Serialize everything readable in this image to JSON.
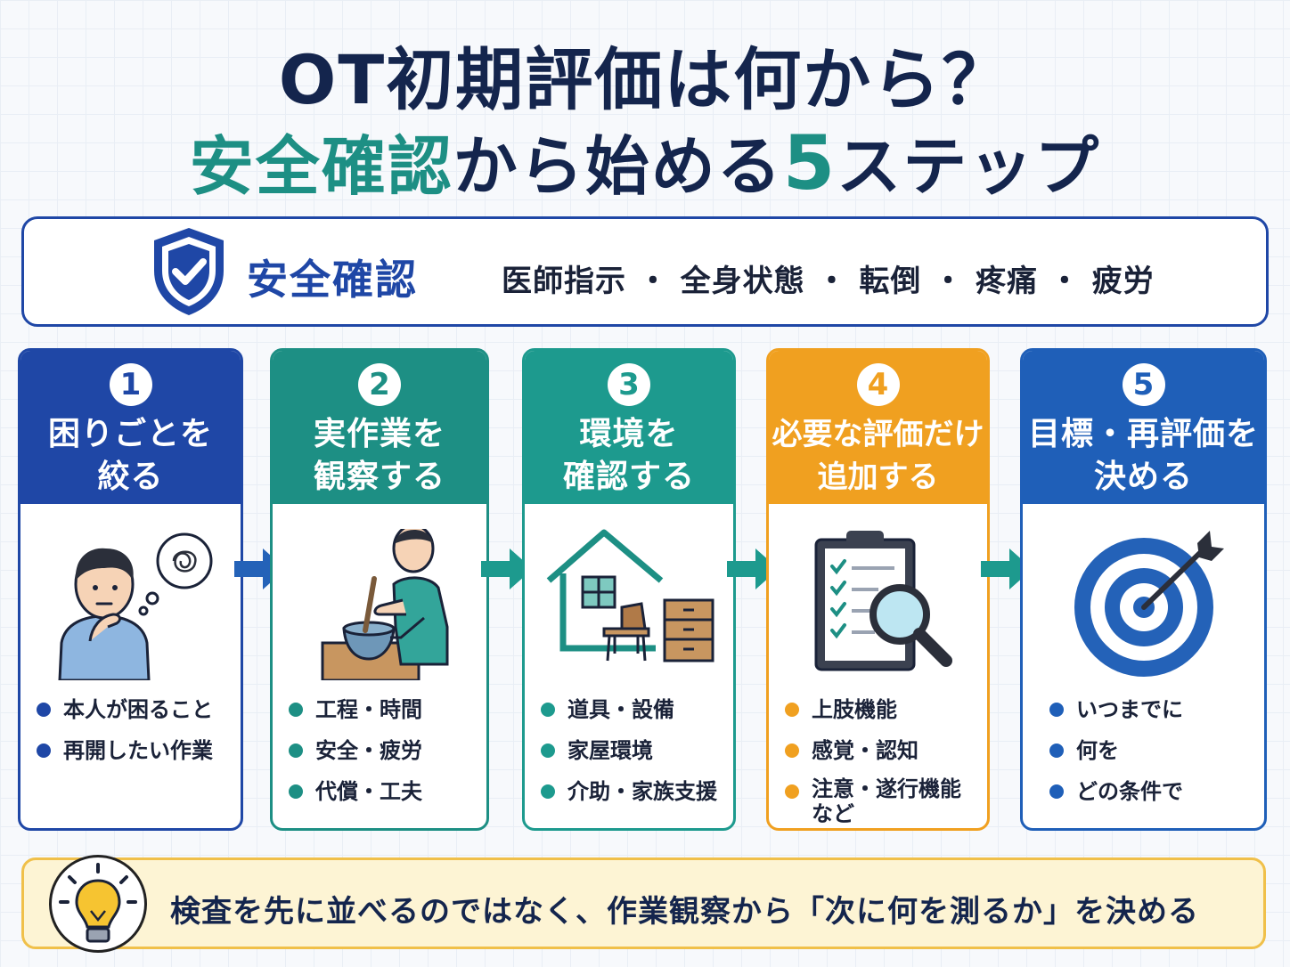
{
  "title": {
    "line1": "OT初期評価は何から？",
    "line2_teal": "安全確認",
    "line2_mid": "から始める",
    "line2_num": "5",
    "line2_tail": "ステップ"
  },
  "safety": {
    "icon": "shield-check-icon",
    "title": "安全確認",
    "items": "医師指示 ・ 全身状態 ・ 転倒 ・ 疼痛 ・ 疲労"
  },
  "steps": [
    {
      "num": "1",
      "title": "困りごとを\n絞る",
      "icon": "thinking-person-icon",
      "points": [
        "本人が困ること",
        "再開したい作業"
      ]
    },
    {
      "num": "2",
      "title": "実作業を\n観察する",
      "icon": "cooking-person-icon",
      "points": [
        "工程・時間",
        "安全・疲労",
        "代償・工夫"
      ]
    },
    {
      "num": "3",
      "title": "環境を\n確認する",
      "icon": "house-furniture-icon",
      "points": [
        "道具・設備",
        "家屋環境",
        "介助・家族支援"
      ]
    },
    {
      "num": "4",
      "title": "必要な評価だけ\n追加する",
      "icon": "clipboard-magnifier-icon",
      "points": [
        "上肢機能",
        "感覚・認知",
        "注意・遂行機能\nなど"
      ]
    },
    {
      "num": "5",
      "title": "目標・再評価を\n決める",
      "icon": "target-arrow-icon",
      "points": [
        "いつまでに",
        "何を",
        "どの条件で"
      ]
    }
  ],
  "footer": {
    "icon": "lightbulb-icon",
    "text": "検査を先に並べるのではなく、作業観察から「次に何を測るか」を決める"
  },
  "colors": {
    "navy": "#14254d",
    "blue": "#1f47a6",
    "teal": "#1d8f84",
    "orange": "#f0a020",
    "blue5": "#1f5fb8"
  }
}
